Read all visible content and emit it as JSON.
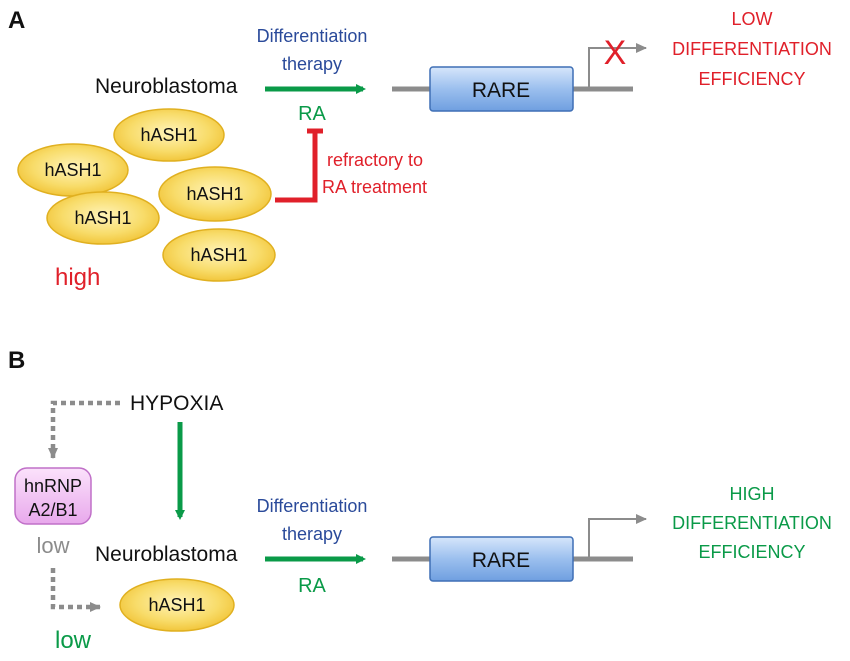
{
  "colors": {
    "blue_text": "#2a4a9a",
    "green": "#0a9a48",
    "red": "#e0202a",
    "gray": "#8c8c8c",
    "hash1_fill": "#f6d350",
    "hash1_stroke": "#e0b020",
    "rare_fill": "#8fb6ea",
    "rare_stroke": "#3f6fb5",
    "hnrnp_fill": "#f0b8f0",
    "hnrnp_stroke": "#c070c8"
  },
  "panel_a": {
    "label": "A",
    "neuroblastoma": "Neuroblastoma",
    "therapy_line1": "Differentiation",
    "therapy_line2": "therapy",
    "ra": "RA",
    "rare": "RARE",
    "x_mark": "X",
    "outcome_line1": "LOW",
    "outcome_line2": "DIFFERENTIATION",
    "outcome_line3": "EFFICIENCY",
    "hash1_1": "hASH1",
    "hash1_2": "hASH1",
    "hash1_3": "hASH1",
    "hash1_4": "hASH1",
    "hash1_5": "hASH1",
    "level": "high",
    "refractory_line1": "refractory to",
    "refractory_line2": "RA treatment"
  },
  "panel_b": {
    "label": "B",
    "hypoxia": "HYPOXIA",
    "hnrnp_line1": "hnRNP",
    "hnrnp_line2": "A2/B1",
    "hnrnp_level": "low",
    "neuroblastoma": "Neuroblastoma",
    "hash1": "hASH1",
    "hash1_level": "low",
    "therapy_line1": "Differentiation",
    "therapy_line2": "therapy",
    "ra": "RA",
    "rare": "RARE",
    "outcome_line1": "HIGH",
    "outcome_line2": "DIFFERENTIATION",
    "outcome_line3": "EFFICIENCY"
  }
}
